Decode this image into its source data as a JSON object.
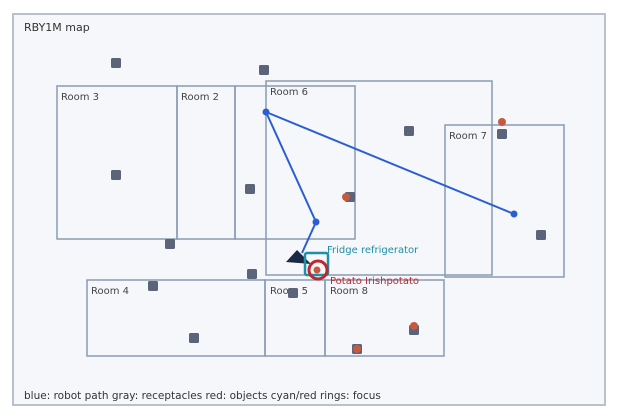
{
  "title": "RBY1M map",
  "legend": "blue: robot path  gray: receptacles  red: objects  cyan/red rings: focus",
  "rooms": [
    {
      "label": "Room 3"
    },
    {
      "label": "Room 2"
    },
    {
      "label": "Room 6"
    },
    {
      "label": "Room 7"
    },
    {
      "label": "Room 4"
    },
    {
      "label": "Room 5"
    },
    {
      "label": "Room 8"
    }
  ],
  "focus_receptacle": {
    "label": "Fridge refrigerator",
    "color": "#1e8fa6"
  },
  "focus_object": {
    "label": "Potato Irishpotato",
    "color": "#c0272d"
  },
  "colors": {
    "wall": "#8a9bb3",
    "path": "#2b5fd1",
    "receptacle": "#5b6478",
    "object": "#c9593e",
    "arrow": "#1a2a44"
  }
}
